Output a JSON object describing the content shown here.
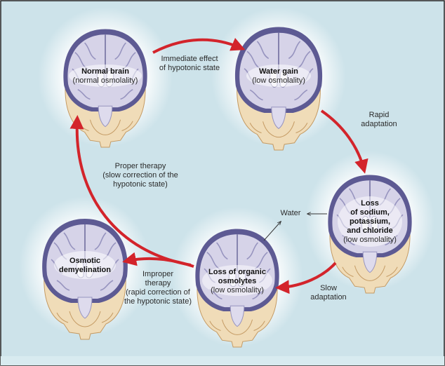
{
  "diagram": {
    "nodes": [
      {
        "id": "normal",
        "title": "Normal brain",
        "subtitle": "(normal osmolality)"
      },
      {
        "id": "water_gain",
        "title": "Water gain",
        "subtitle": "(low osmolality)"
      },
      {
        "id": "loss_ions",
        "title_lines": [
          "Loss",
          "of sodium,",
          "potassium,",
          "and chloride"
        ],
        "subtitle": "(low osmolality)"
      },
      {
        "id": "loss_osmolytes",
        "title_lines": [
          "Loss of organic",
          "osmolytes"
        ],
        "subtitle": "(low osmolality)"
      },
      {
        "id": "demyelination",
        "title_lines": [
          "Osmotic",
          "demyelination"
        ]
      }
    ],
    "edges": [
      {
        "from": "normal",
        "to": "water_gain",
        "label_lines": [
          "Immediate effect",
          "of hypotonic state"
        ]
      },
      {
        "from": "water_gain",
        "to": "loss_ions",
        "label_lines": [
          "Rapid",
          "adaptation"
        ]
      },
      {
        "from": "loss_ions",
        "to": "loss_osmolytes",
        "label_lines": [
          "Slow",
          "adaptation"
        ]
      },
      {
        "from": "loss_osmolytes",
        "to": "normal",
        "label_lines": [
          "Proper therapy",
          "(slow correction of the",
          "hypotonic state)"
        ]
      },
      {
        "from": "loss_osmolytes",
        "to": "demyelination",
        "label_lines": [
          "Improper",
          "therapy",
          "(rapid correction of",
          "the hypotonic state)"
        ]
      }
    ],
    "water_label": "Water",
    "colors": {
      "background": "#cde3ea",
      "arrow": "#d3242b",
      "cortex": "#c9c6df",
      "ventricle": "#5d5a93",
      "skull": "#f0dcb8",
      "glow": "#ffffff",
      "border": "#222222"
    }
  }
}
